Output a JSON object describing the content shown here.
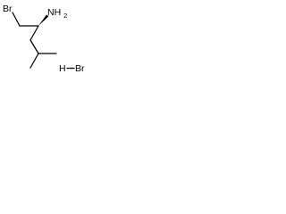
{
  "molecule": {
    "atoms": {
      "bromine": "Br",
      "amine": "NH",
      "amine_subscript": "2"
    },
    "salt": {
      "hydrogen": "H",
      "bond": "—",
      "bromine": "Br"
    }
  }
}
